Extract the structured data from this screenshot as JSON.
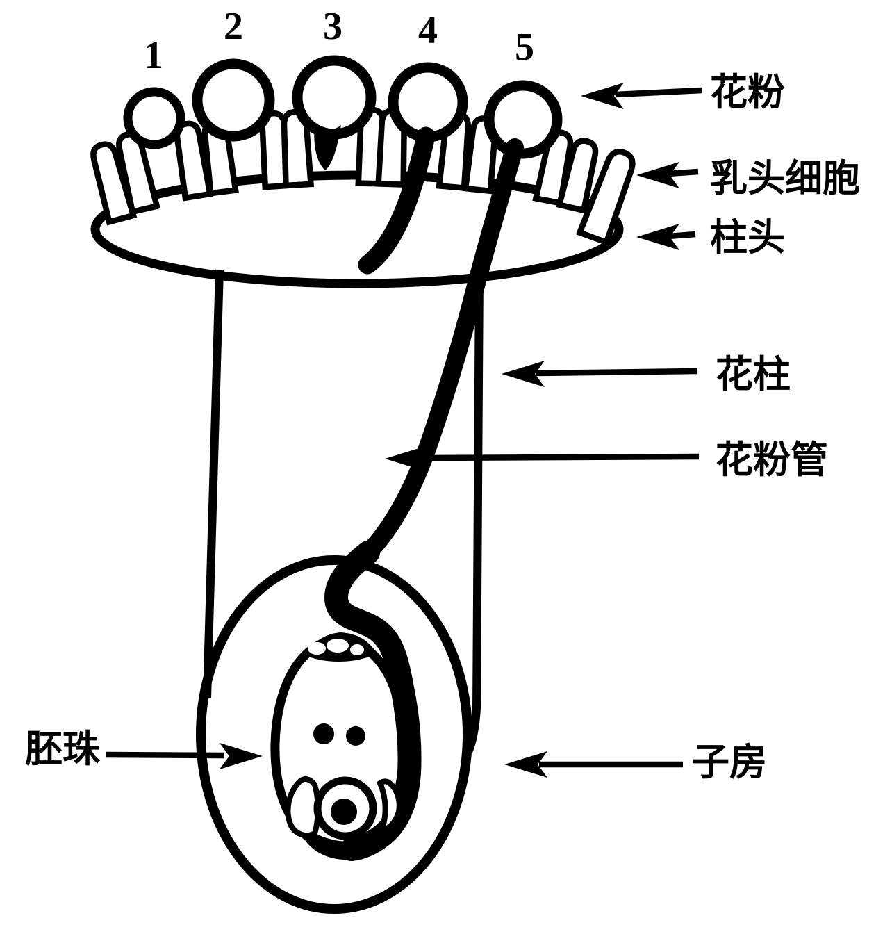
{
  "colors": {
    "ink": "#000000",
    "paper": "#ffffff"
  },
  "pollen_grain_numbers": [
    "1",
    "2",
    "3",
    "4",
    "5"
  ],
  "labels": {
    "pollen": "花粉",
    "papilla_cells": "乳头细胞",
    "stigma": "柱头",
    "style": "花柱",
    "pollen_tube": "花粉管",
    "ovule": "胚珠",
    "ovary": "子房"
  }
}
